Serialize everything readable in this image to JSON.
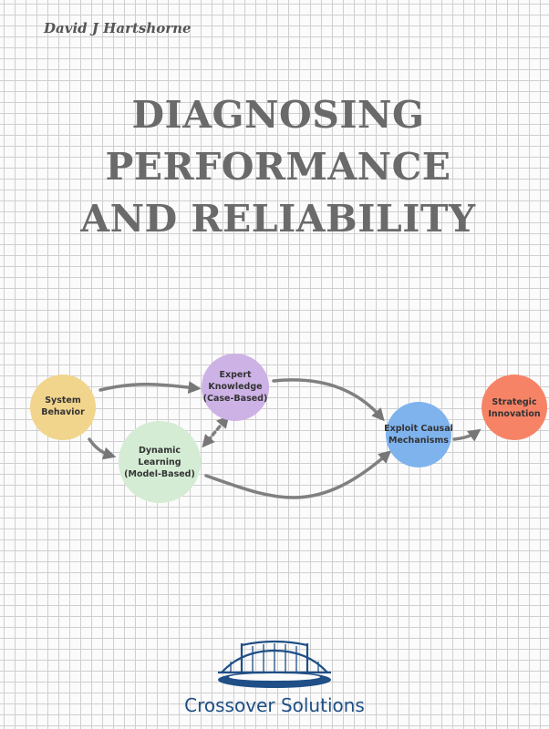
{
  "author": "David J Hartshorne",
  "title": {
    "lines": [
      "DIAGNOSING",
      "PERFORMANCE",
      "AND RELIABILITY"
    ]
  },
  "diagram": {
    "nodes": [
      {
        "id": "system",
        "lines": [
          "System",
          "Behavior"
        ],
        "color": "#f1d58c"
      },
      {
        "id": "expert",
        "lines": [
          "Expert",
          "Knowledge",
          "(Case-Based)"
        ],
        "color": "#cdb2e6"
      },
      {
        "id": "dynamic",
        "lines": [
          "Dynamic",
          "Learning",
          "(Model-Based)"
        ],
        "color": "#d4ecd4"
      },
      {
        "id": "exploit",
        "lines": [
          "Exploit Causal",
          "Mechanisms"
        ],
        "color": "#7fb3ee"
      },
      {
        "id": "strategic",
        "lines": [
          "Strategic",
          "Innovation"
        ],
        "color": "#f78366"
      }
    ]
  },
  "publisher": {
    "name": "Crossover Solutions",
    "color": "#1f4f86"
  }
}
